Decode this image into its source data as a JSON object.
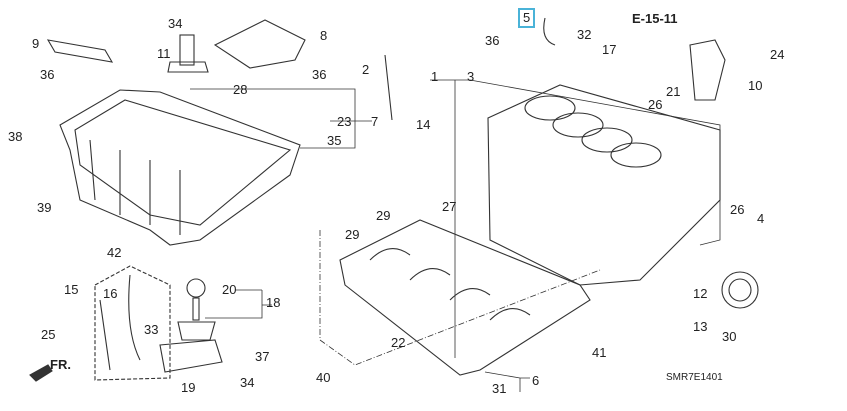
{
  "diagram": {
    "callouts": [
      "34",
      "9",
      "11",
      "8",
      "36",
      "36",
      "2",
      "28",
      "23",
      "7",
      "35",
      "38",
      "39",
      "42",
      "1",
      "3",
      "14",
      "5",
      "32",
      "36",
      "17",
      "24",
      "10",
      "21",
      "26",
      "26",
      "4",
      "27",
      "29",
      "29",
      "12",
      "13",
      "30",
      "41",
      "22",
      "40",
      "6",
      "31",
      "15",
      "16",
      "20",
      "18",
      "33",
      "25",
      "37",
      "34",
      "19"
    ],
    "highlighted_callout": "5",
    "reference": "E-15-11",
    "front_indicator": "FR.",
    "drawing_code": "SMR7E1401",
    "highlight_color": "#4ab3d8"
  }
}
